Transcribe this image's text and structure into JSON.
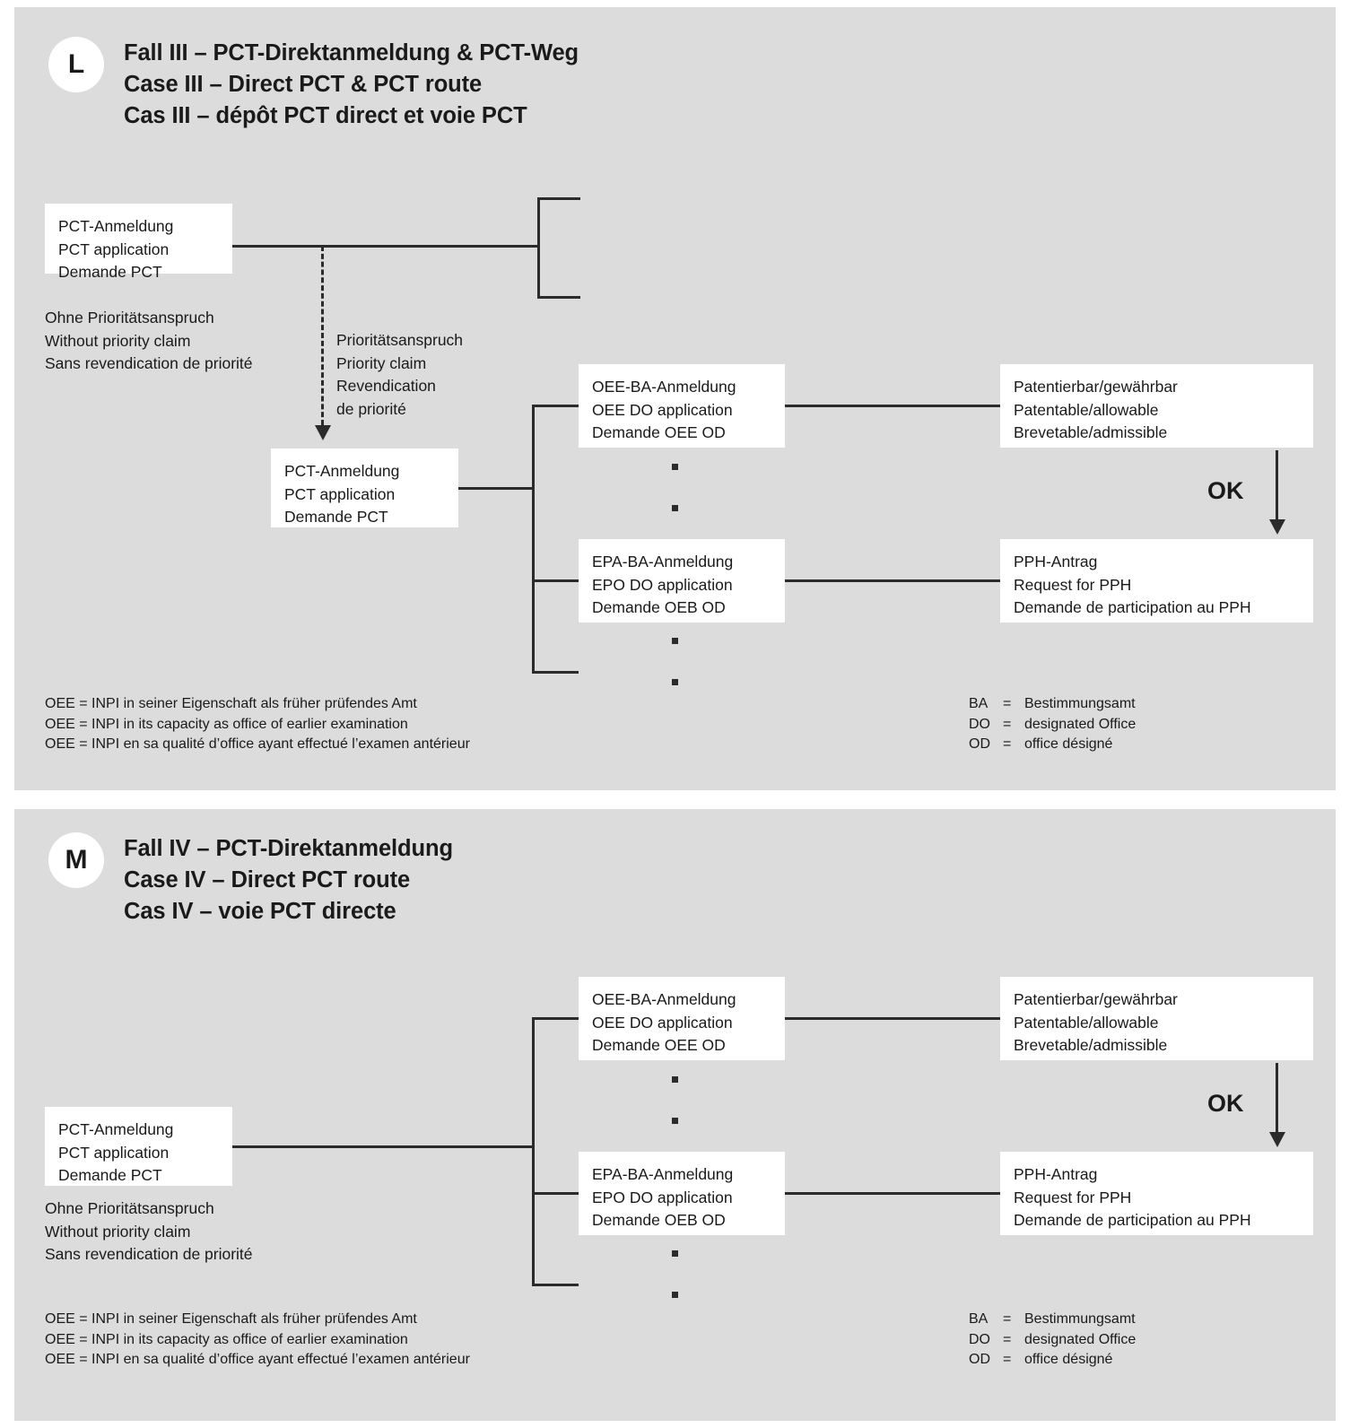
{
  "panels": [
    {
      "badge": "L",
      "title": {
        "de": "Fall III – PCT-Direktanmeldung & PCT-Weg",
        "en": "Case III – Direct PCT & PCT route",
        "fr": "Cas III – dépôt PCT direct et voie PCT"
      },
      "nodes": {
        "pct_top": {
          "de": "PCT-Anmeldung",
          "en": "PCT application",
          "fr": "Demande PCT"
        },
        "pct_second": {
          "de": "PCT-Anmeldung",
          "en": "PCT application",
          "fr": "Demande PCT"
        },
        "oee_do": {
          "de": "OEE-BA-Anmeldung",
          "en": "OEE DO application",
          "fr": "Demande OEE OD"
        },
        "epo_do": {
          "de": "EPA-BA-Anmeldung",
          "en": "EPO DO application",
          "fr": "Demande OEB OD"
        },
        "patentable": {
          "de": "Patentierbar/gewährbar",
          "en": "Patentable/allowable",
          "fr": "Brevetable/admissible"
        },
        "pph": {
          "de": "PPH-Antrag",
          "en": "Request for PPH",
          "fr": "Demande de participation au PPH"
        }
      },
      "captions": {
        "no_priority": {
          "de": "Ohne Prioritätsanspruch",
          "en": "Without priority claim",
          "fr": "Sans revendication de priorité"
        },
        "priority": {
          "de": "Prioritätsanspruch",
          "en": "Priority claim",
          "fr1": "Revendication",
          "fr2": "de priorité"
        }
      },
      "ok_label": "OK",
      "legend_left": [
        "OEE = INPI in seiner Eigenschaft als früher prüfendes Amt",
        "OEE = INPI in its capacity as office of earlier examination",
        "OEE = INPI en sa qualité d’office ayant effectué l’examen antérieur"
      ],
      "legend_right": [
        {
          "key": "BA",
          "eq": "=",
          "val": "Bestimmungsamt"
        },
        {
          "key": "DO",
          "eq": "=",
          "val": "designated Office"
        },
        {
          "key": "OD",
          "eq": "=",
          "val": "office désigné"
        }
      ]
    },
    {
      "badge": "M",
      "title": {
        "de": "Fall IV – PCT-Direktanmeldung",
        "en": "Case IV – Direct PCT route",
        "fr": "Cas IV – voie PCT directe"
      },
      "nodes": {
        "pct_left": {
          "de": "PCT-Anmeldung",
          "en": "PCT application",
          "fr": "Demande PCT"
        },
        "oee_do": {
          "de": "OEE-BA-Anmeldung",
          "en": "OEE DO application",
          "fr": "Demande OEE OD"
        },
        "epo_do": {
          "de": "EPA-BA-Anmeldung",
          "en": "EPO DO application",
          "fr": "Demande OEB OD"
        },
        "patentable": {
          "de": "Patentierbar/gewährbar",
          "en": "Patentable/allowable",
          "fr": "Brevetable/admissible"
        },
        "pph": {
          "de": "PPH-Antrag",
          "en": "Request for PPH",
          "fr": "Demande de participation au PPH"
        }
      },
      "captions": {
        "no_priority": {
          "de": "Ohne Prioritätsanspruch",
          "en": "Without priority claim",
          "fr": "Sans revendication de priorité"
        }
      },
      "ok_label": "OK",
      "legend_left": [
        "OEE = INPI in seiner Eigenschaft als früher prüfendes Amt",
        "OEE = INPI in its capacity as office of earlier examination",
        "OEE = INPI en sa qualité d’office ayant effectué l’examen antérieur"
      ],
      "legend_right": [
        {
          "key": "BA",
          "eq": "=",
          "val": "Bestimmungsamt"
        },
        {
          "key": "DO",
          "eq": "=",
          "val": "designated Office"
        },
        {
          "key": "OD",
          "eq": "=",
          "val": "office désigné"
        }
      ]
    }
  ],
  "colors": {
    "panel_bg": "#dcdcdc",
    "box_bg": "#ffffff",
    "line": "#2b2b2b",
    "text": "#1a1a1a"
  }
}
